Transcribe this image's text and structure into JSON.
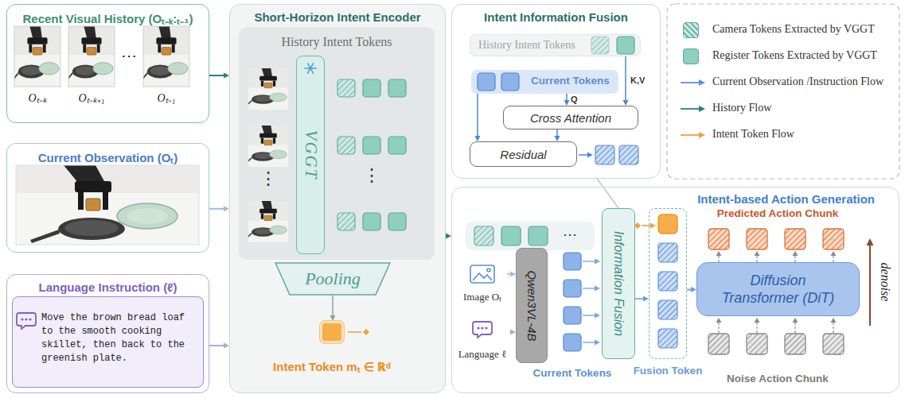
{
  "diagram": {
    "nodes": [
      {
        "text": [
          "Recent Visual History (Oₜ₋ₖ:ₜ₋₁)"
        ]
      },
      {
        "text": [
          "Current Observation (Oₜ)"
        ]
      },
      {
        "text": [
          "Language Instruction (ℓ)"
        ]
      },
      {
        "text": [
          "Move the brown bread loaf to the smooth cooking skillet, then back to the greenish plate."
        ],
        "in": 2
      },
      {
        "text": [
          "Short-Horizon Intent Encoder"
        ]
      },
      {
        "text": [
          "History Intent Tokens"
        ],
        "in": 4
      },
      {
        "text": [
          "VGGT"
        ],
        "in": 5
      },
      {
        "text": [
          "Pooling"
        ],
        "in": 4
      },
      {
        "text": [
          "Intent Token mₜ ∈ ℝᵈ"
        ],
        "in": 4
      },
      {
        "text": [
          "Intent Information Fusion"
        ]
      },
      {
        "text": [
          "History Intent Tokens"
        ],
        "in": 9
      },
      {
        "text": [
          "Current Tokens"
        ],
        "in": 9
      },
      {
        "text": [
          "Cross Attention"
        ],
        "in": 9
      },
      {
        "text": [
          "Residual"
        ],
        "in": 9
      },
      {
        "text": [
          "Intent-based Action Generation"
        ]
      },
      {
        "text": [
          "Qwen3VL-4B"
        ],
        "in": 14
      },
      {
        "text": [
          "Information Fusion"
        ],
        "in": 14
      },
      {
        "text": [
          "Diffusion Transformer (DiT)"
        ],
        "in": 14
      },
      {
        "text": [
          "Image Oₜ"
        ],
        "in": 14
      },
      {
        "text": [
          "Language ℓ"
        ],
        "in": 14
      },
      {
        "text": [
          "Fusion Token"
        ],
        "in": 14
      }
    ],
    "edges": [
      {
        "from": 0,
        "to": 4,
        "arrow": "to"
      },
      {
        "from": 1,
        "to": 4,
        "arrow": "to"
      },
      {
        "from": 2,
        "to": 4,
        "arrow": "to"
      },
      {
        "from": 7,
        "to": 8,
        "arrow": "to"
      },
      {
        "from": 4,
        "to": 14,
        "arrow": "to"
      },
      {
        "from": 10,
        "to": 12,
        "label": "K,V",
        "arrow": "to"
      },
      {
        "from": 11,
        "to": 12,
        "label": "Q",
        "arrow": "to"
      },
      {
        "from": 11,
        "to": 13,
        "arrow": "to"
      },
      {
        "from": 12,
        "to": 13,
        "arrow": "to"
      },
      {
        "from": 16,
        "to": 9,
        "arrow": "none"
      },
      {
        "from": 18,
        "to": 15,
        "arrow": "to"
      },
      {
        "from": 19,
        "to": 15,
        "arrow": "to"
      },
      {
        "from": 16,
        "to": 20,
        "arrow": "to"
      },
      {
        "from": 20,
        "to": 17,
        "arrow": "to"
      }
    ],
    "labels": [
      "Oₜ₋ₖ",
      "Oₜ₋ₖ₊₁",
      "⋯",
      "Oₜ₋₁",
      "⋮",
      "⋮",
      "⋯",
      "Current Tokens",
      "Predicted Action Chunk",
      "Noise Action Chunk",
      "denoise"
    ],
    "legend": [
      {
        "text": "Camera Tokens Extracted by VGGT",
        "color": "#cfe8e4"
      },
      {
        "text": "Register Tokens Extracted by VGGT",
        "color": "#8fcfc0"
      },
      {
        "text": "Current Observation /Instruction Flow"
      },
      {
        "text": "History Flow"
      },
      {
        "text": "Intent Token Flow"
      }
    ]
  }
}
